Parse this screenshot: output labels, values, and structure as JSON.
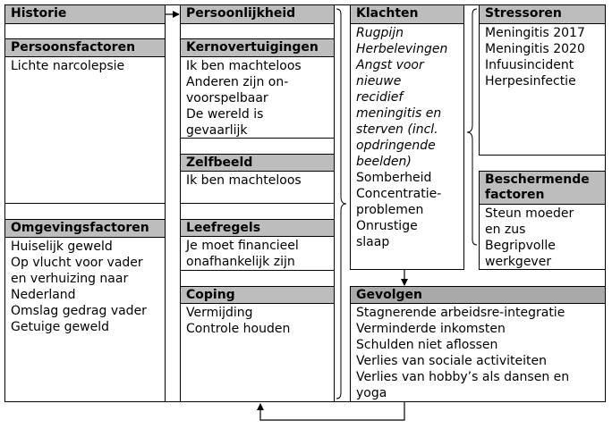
{
  "historie": {
    "title": "Historie"
  },
  "persoonsfactoren": {
    "title": "Persoonsfactoren",
    "lines": [
      "Lichte narcolepsie"
    ]
  },
  "omgevingsfactoren": {
    "title": "Omgevingsfactoren",
    "lines": [
      "Huiselijk geweld",
      "Op vlucht voor vader",
      "en verhuizing naar",
      "Nederland",
      "Omslag gedrag vader",
      "Getuige geweld"
    ]
  },
  "persoonlijkheid": {
    "title": "Persoonlijkheid"
  },
  "kernovertuigingen": {
    "title": "Kernovertuigingen",
    "lines": [
      "Ik ben machteloos",
      "Anderen zijn on-",
      "voorspelbaar",
      "De wereld is",
      "gevaarlijk"
    ]
  },
  "zelfbeeld": {
    "title": "Zelfbeeld",
    "lines": [
      "Ik ben machteloos"
    ]
  },
  "leefregels": {
    "title": "Leefregels",
    "lines": [
      "Je moet financieel",
      "onafhankelijk zijn"
    ]
  },
  "coping": {
    "title": "Coping",
    "lines": [
      "Vermijding",
      "Controle houden"
    ]
  },
  "klachten": {
    "title": "Klachten",
    "italic_lines": [
      "Rugpijn",
      "Herbelevingen",
      "Angst voor",
      "nieuwe",
      "recidief",
      "meningitis en",
      "sterven (incl.",
      "opdringende",
      "beelden)"
    ],
    "lines": [
      "Somberheid",
      "Concentratie-",
      "problemen",
      "Onrustige",
      "slaap"
    ]
  },
  "stressoren": {
    "title": "Stressoren",
    "lines": [
      "Meningitis 2017",
      "Meningitis 2020",
      "Infuusincident",
      "Herpesinfectie"
    ]
  },
  "beschermende": {
    "title_line1": "Beschermende",
    "title_line2": "factoren",
    "lines": [
      "Steun moeder",
      "en zus",
      "Begripvolle",
      "werkgever"
    ]
  },
  "gevolgen": {
    "title": "Gevolgen",
    "lines": [
      "Stagnerende arbeidsre-integratie",
      "Verminderde inkomsten",
      "Schulden niet aflossen",
      "Verlies van sociale activiteiten",
      "Verlies van hobby’s als dansen en",
      "yoga"
    ]
  }
}
